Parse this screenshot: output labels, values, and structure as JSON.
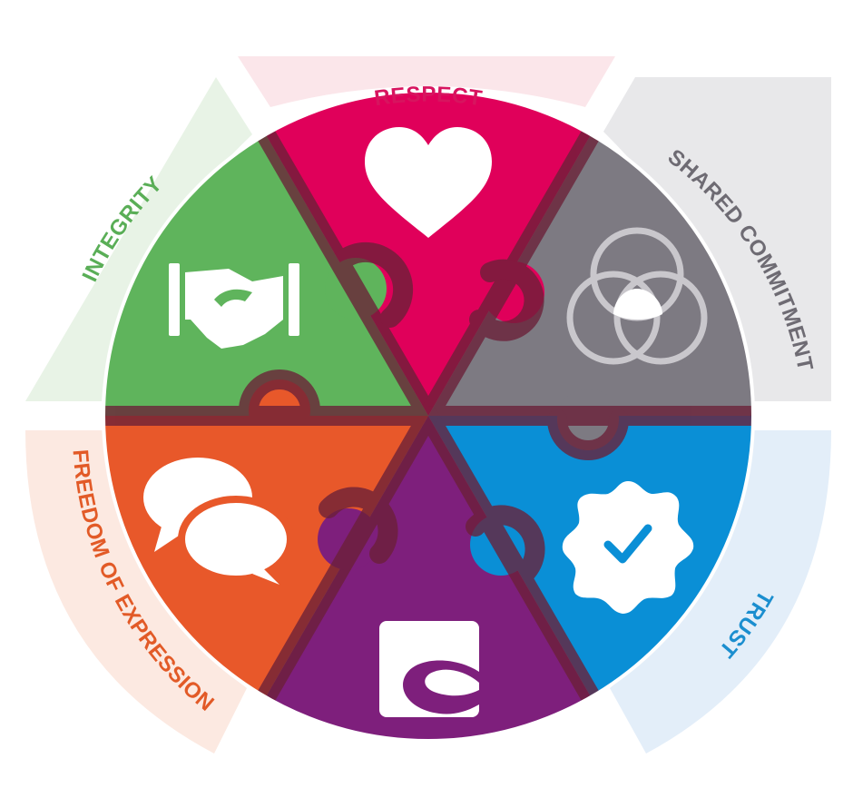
{
  "segments": [
    {
      "key": "respect",
      "label": "RESPECT",
      "color": "#e0005a",
      "label_color": "#d7145f",
      "band_color": "#fbe6ea",
      "icon": "heart-icon"
    },
    {
      "key": "shared_commitment",
      "label": "SHARED COMMITMENT",
      "color": "#7d7a82",
      "label_color": "#6e6b73",
      "band_color": "#e8e8ea",
      "icon": "venn-circles-icon"
    },
    {
      "key": "trust",
      "label": "TRUST",
      "color": "#0a8fd6",
      "label_color": "#1b8ecf",
      "band_color": "#e3eef9",
      "icon": "verified-badge-icon"
    },
    {
      "key": "center_bottom",
      "label": "",
      "color": "#7e1f7c",
      "label_color": "#7e1f7c",
      "band_color": "#ffffff",
      "icon": "logo-tile-icon"
    },
    {
      "key": "freedom_of_expression",
      "label": "FREEDOM OF EXPRESSION",
      "color": "#e8582a",
      "label_color": "#e25a27",
      "band_color": "#fce9e1",
      "icon": "speech-bubbles-icon"
    },
    {
      "key": "integrity",
      "label": "INTEGRITY",
      "color": "#5fb45c",
      "label_color": "#5aae57",
      "band_color": "#e8f3e6",
      "icon": "handshake-icon"
    }
  ],
  "seam_color": "#6b2038"
}
